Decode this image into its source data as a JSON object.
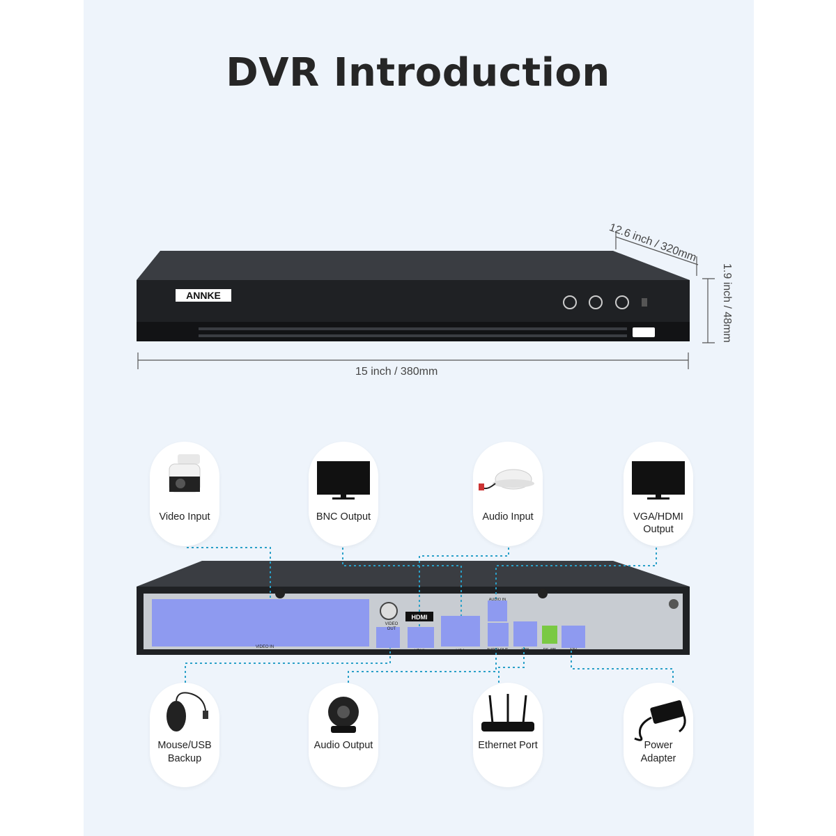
{
  "title": "DVR Introduction",
  "brand": "ANNKE",
  "dimensions": {
    "depth": "12.6 inch / 320mm",
    "height": "1.9 inch / 48mm",
    "width": "15 inch / 380mm"
  },
  "rear_panel_labels": {
    "video_in": "VIDEO IN",
    "video_out_line1": "VIDEO",
    "video_out_line2": "OUT",
    "hdmi_logo": "HDMI",
    "hdmi": "HDMI",
    "vga": "VGA",
    "audio_in": "AUDIO IN",
    "audio_out": "AUDIO OUT",
    "lan": "LAN",
    "rs485": "RS-485",
    "power": "12V"
  },
  "top_devices": [
    {
      "label_line1": "Video Input",
      "label_line2": ""
    },
    {
      "label_line1": "BNC Output",
      "label_line2": ""
    },
    {
      "label_line1": "Audio Input",
      "label_line2": ""
    },
    {
      "label_line1": "VGA/HDMI",
      "label_line2": "Output"
    }
  ],
  "bottom_devices": [
    {
      "label_line1": "Mouse/USB",
      "label_line2": "Backup"
    },
    {
      "label_line1": "Audio Output",
      "label_line2": ""
    },
    {
      "label_line1": "Ethernet Port",
      "label_line2": ""
    },
    {
      "label_line1": "Power",
      "label_line2": "Adapter"
    }
  ],
  "colors": {
    "background": "#eef4fb",
    "port_highlight": "#8e9af0",
    "connector_line": "#2aa0c8",
    "dvr_body": "#1f2124"
  }
}
